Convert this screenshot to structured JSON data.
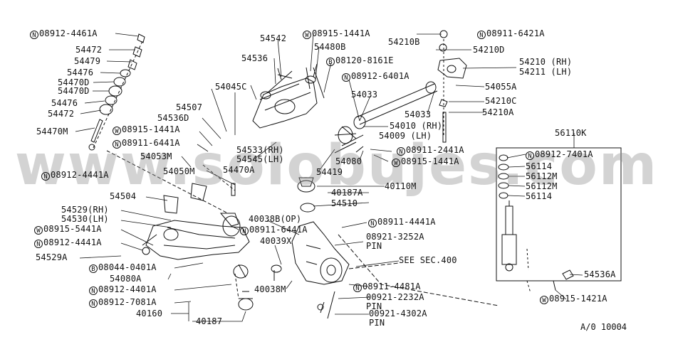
{
  "watermark": "www.solobujes.com",
  "drawing_ref": "A/0 10004",
  "labels": {
    "l1": {
      "prefix": "N",
      "text": "08912-4461A"
    },
    "l2": {
      "prefix": "",
      "text": "54472"
    },
    "l3": {
      "prefix": "",
      "text": "54479"
    },
    "l4": {
      "prefix": "",
      "text": "54476"
    },
    "l5": {
      "prefix": "",
      "text": "54470D"
    },
    "l6": {
      "prefix": "",
      "text": "54470D"
    },
    "l7": {
      "prefix": "",
      "text": "54476"
    },
    "l8": {
      "prefix": "",
      "text": "54472"
    },
    "l9": {
      "prefix": "",
      "text": "54470M"
    },
    "l10": {
      "prefix": "N",
      "text": "08912-4441A"
    },
    "l11": {
      "prefix": "",
      "text": "54542"
    },
    "l12": {
      "prefix": "W",
      "text": "08915-1441A"
    },
    "l13": {
      "prefix": "",
      "text": "54480B"
    },
    "l14": {
      "prefix": "",
      "text": "54536"
    },
    "l15": {
      "prefix": "B",
      "text": "08120-8161E"
    },
    "l16": {
      "prefix": "",
      "text": "54210B"
    },
    "l17": {
      "prefix": "N",
      "text": "08911-6421A"
    },
    "l18": {
      "prefix": "",
      "text": "54210D"
    },
    "l19": {
      "prefix": "",
      "text": "54210 (RH)"
    },
    "l20": {
      "prefix": "",
      "text": "54211 (LH)"
    },
    "l21": {
      "prefix": "N",
      "text": "08912-6401A"
    },
    "l22": {
      "prefix": "",
      "text": "54055A"
    },
    "l23": {
      "prefix": "",
      "text": "54045C"
    },
    "l24": {
      "prefix": "",
      "text": "54033"
    },
    "l25": {
      "prefix": "",
      "text": "54210C"
    },
    "l26": {
      "prefix": "",
      "text": "54507"
    },
    "l27": {
      "prefix": "",
      "text": "54033"
    },
    "l28": {
      "prefix": "",
      "text": "54210A"
    },
    "l29": {
      "prefix": "",
      "text": "54536D"
    },
    "l30": {
      "prefix": "",
      "text": "54010 (RH)"
    },
    "l31": {
      "prefix": "",
      "text": "54009 (LH)"
    },
    "l32": {
      "prefix": "W",
      "text": "08915-1441A"
    },
    "l33": {
      "prefix": "",
      "text": "56110K"
    },
    "l34": {
      "prefix": "N",
      "text": "08911-6441A"
    },
    "l35": {
      "prefix": "",
      "text": "54533(RH)"
    },
    "l36": {
      "prefix": "",
      "text": "54545(LH)"
    },
    "l37": {
      "prefix": "N",
      "text": "08911-2441A"
    },
    "l38": {
      "prefix": "",
      "text": "54053M"
    },
    "l39": {
      "prefix": "",
      "text": "54080"
    },
    "l40": {
      "prefix": "W",
      "text": "08915-1441A"
    },
    "l41": {
      "prefix": "N",
      "text": "08912-7401A"
    },
    "l42": {
      "prefix": "",
      "text": "56114"
    },
    "l43": {
      "prefix": "",
      "text": "54050M"
    },
    "l44": {
      "prefix": "",
      "text": "54470A"
    },
    "l45": {
      "prefix": "",
      "text": "54419"
    },
    "l46": {
      "prefix": "",
      "text": "56112M"
    },
    "l47": {
      "prefix": "",
      "text": "56112M"
    },
    "l48": {
      "prefix": "",
      "text": "40110M"
    },
    "l49": {
      "prefix": "",
      "text": "56114"
    },
    "l50": {
      "prefix": "",
      "text": "54504"
    },
    "l51": {
      "prefix": "",
      "text": "40187A"
    },
    "l52": {
      "prefix": "",
      "text": "54510"
    },
    "l53": {
      "prefix": "",
      "text": "54529(RH)"
    },
    "l54": {
      "prefix": "",
      "text": "54530(LH)"
    },
    "l55": {
      "prefix": "",
      "text": "40038B(OP)"
    },
    "l56": {
      "prefix": "N",
      "text": "08911-4441A"
    },
    "l57": {
      "prefix": "W",
      "text": "08915-5441A"
    },
    "l58": {
      "prefix": "N",
      "text": "08911-6441A"
    },
    "l59": {
      "prefix": "",
      "text": "08921-3252A"
    },
    "l60": {
      "prefix": "",
      "text": "PIN"
    },
    "l61": {
      "prefix": "N",
      "text": "08912-4441A"
    },
    "l62": {
      "prefix": "",
      "text": "40039X"
    },
    "l63": {
      "prefix": "",
      "text": "54529A"
    },
    "l64": {
      "prefix": "",
      "text": "SEE SEC.400"
    },
    "l65": {
      "prefix": "B",
      "text": "08044-0401A"
    },
    "l66": {
      "prefix": "",
      "text": "54080A"
    },
    "l67": {
      "prefix": "",
      "text": "54536A"
    },
    "l68": {
      "prefix": "N",
      "text": "08912-4401A"
    },
    "l69": {
      "prefix": "",
      "text": "40038M"
    },
    "l70": {
      "prefix": "N",
      "text": "08911-4481A"
    },
    "l71": {
      "prefix": "",
      "text": "00921-2232A"
    },
    "l72": {
      "prefix": "",
      "text": "PIN"
    },
    "l73": {
      "prefix": "W",
      "text": "08915-1421A"
    },
    "l74": {
      "prefix": "N",
      "text": "08912-7081A"
    },
    "l75": {
      "prefix": "",
      "text": "40160"
    },
    "l76": {
      "prefix": "",
      "text": "00921-4302A"
    },
    "l77": {
      "prefix": "",
      "text": "40187"
    },
    "l78": {
      "prefix": "",
      "text": "PIN"
    }
  }
}
